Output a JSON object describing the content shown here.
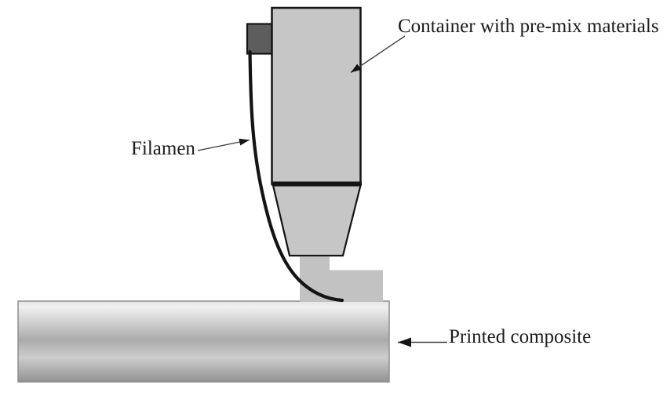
{
  "figure": {
    "kind": "schematic-diagram",
    "labels": {
      "container": "Container with pre-mix materials",
      "filament": "Filamen",
      "printed_composite": "Printed composite"
    },
    "colors": {
      "background": "#ffffff",
      "ink": "#1b1b1b",
      "outline": "#141414",
      "leader_line": "#3f3f3f",
      "body_fill": "#c6c6c6",
      "feeder_fill": "#5d5d5d",
      "nozzle_fill": "#c2c2c2",
      "bar_border": "#8e8e8e",
      "bar_grad_top": "#e3e3e3",
      "bar_grad_high": "#f0f0f0",
      "bar_grad_mid": "#ababab",
      "bar_grad_sheen": "#cdcdcd",
      "bar_grad_bottom": "#929292"
    }
  }
}
